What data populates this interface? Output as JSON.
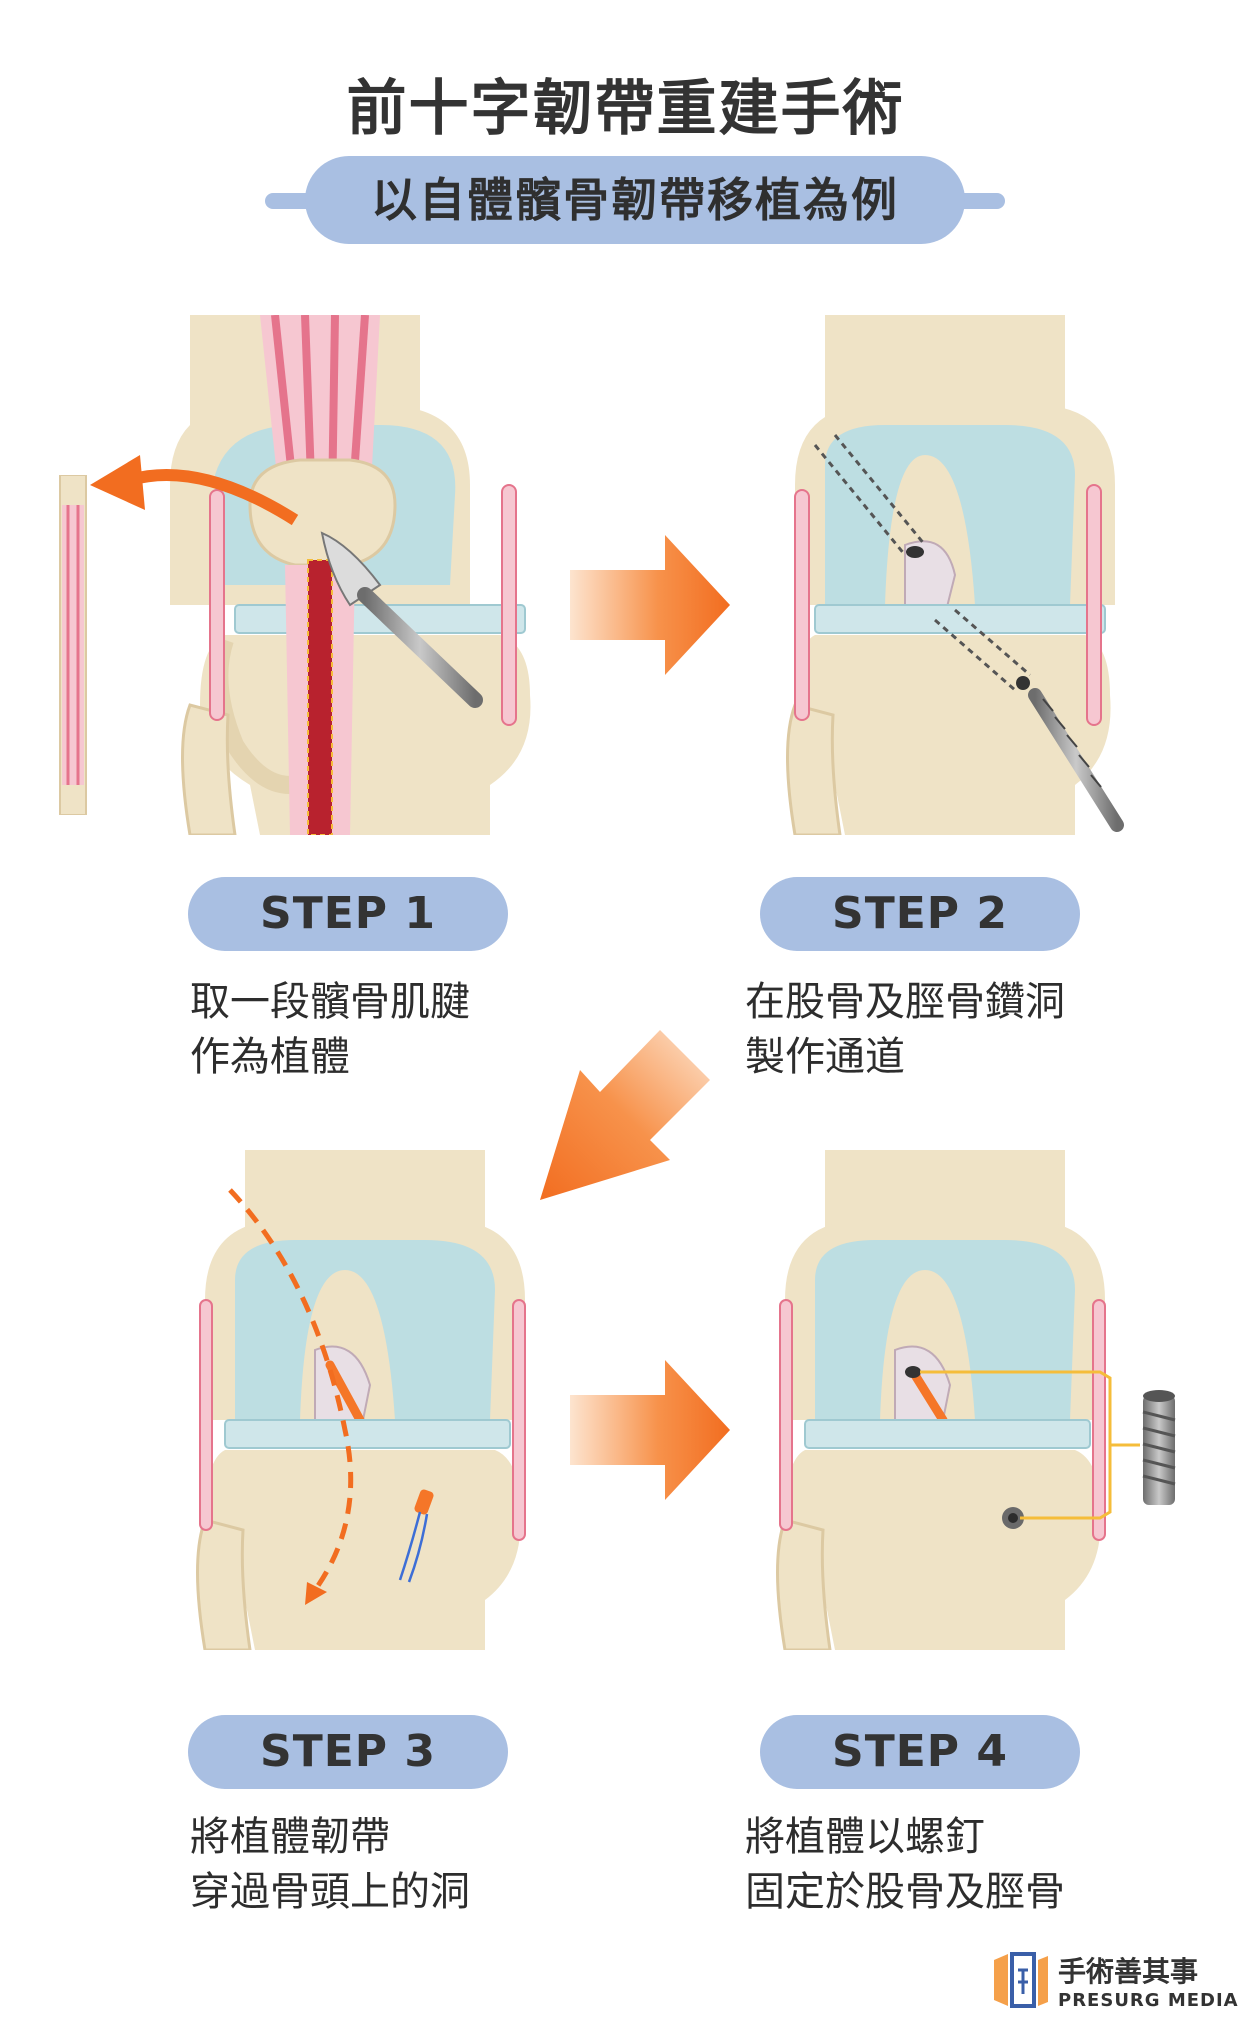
{
  "title": "前十字韌帶重建手術",
  "subtitle": "以自體髕骨韌帶移植為例",
  "steps": [
    {
      "label": "STEP 1",
      "line1": "取一段髕骨肌腱",
      "line2": "作為植體"
    },
    {
      "label": "STEP 2",
      "line1": "在股骨及脛骨鑽洞",
      "line2": "製作通道"
    },
    {
      "label": "STEP 3",
      "line1": "將植體韌帶",
      "line2": "穿過骨頭上的洞"
    },
    {
      "label": "STEP 4",
      "line1": "將植體以螺釘",
      "line2": "固定於股骨及脛骨"
    }
  ],
  "logo": {
    "name_cn": "手術善其事",
    "name_en": "PRESURG MEDIA"
  },
  "colors": {
    "bone": "#efe3c6",
    "bone_shade": "#dcc9a2",
    "cartilage": "#b9dde4",
    "muscle": "#e5748c",
    "arrow": "#f57628",
    "pill": "#a9bfe2",
    "screw": "#8f8f8f",
    "yellow_line": "#f5bd3a"
  }
}
